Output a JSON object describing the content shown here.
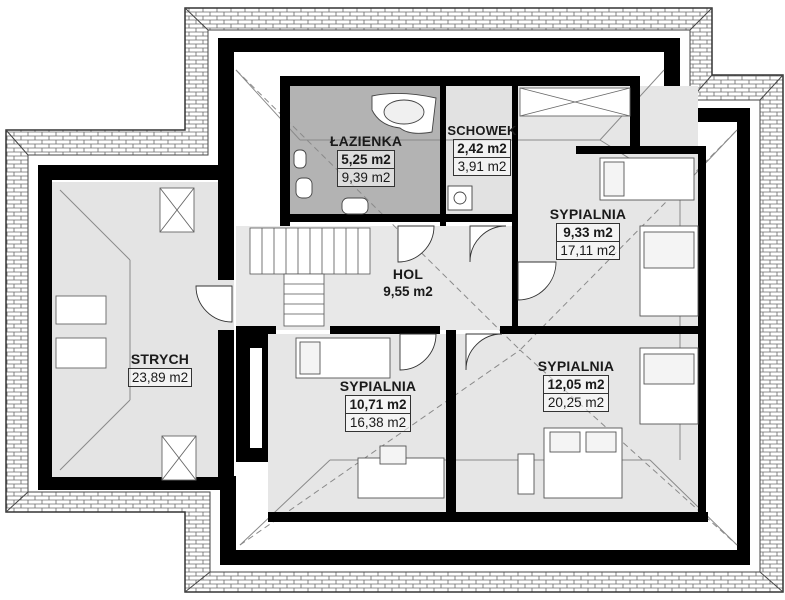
{
  "rooms": {
    "lazienka": {
      "name": "ŁAZIENKA",
      "net_area": "5,25 m2",
      "gross_area": "9,39 m2"
    },
    "schowek": {
      "name": "SCHOWEK",
      "net_area": "2,42 m2",
      "gross_area": "3,91 m2"
    },
    "sypialnia_right_top": {
      "name": "SYPIALNIA",
      "net_area": "9,33 m2",
      "gross_area": "17,11 m2"
    },
    "hol": {
      "name": "HOL",
      "net_area": "9,55 m2"
    },
    "strych": {
      "name": "STRYCH",
      "net_area": "23,89 m2"
    },
    "sypialnia_middle": {
      "name": "SYPIALNIA",
      "net_area": "10,71 m2",
      "gross_area": "16,38 m2"
    },
    "sypialnia_right_bottom": {
      "name": "SYPIALNIA",
      "net_area": "12,05 m2",
      "gross_area": "20,25 m2"
    }
  },
  "colors": {
    "wall": "#000000",
    "floor": "#e6e6e6",
    "bathroom_floor": "#b4b4b4",
    "roof_tile": "#ffffff",
    "roof_line": "#555555"
  }
}
